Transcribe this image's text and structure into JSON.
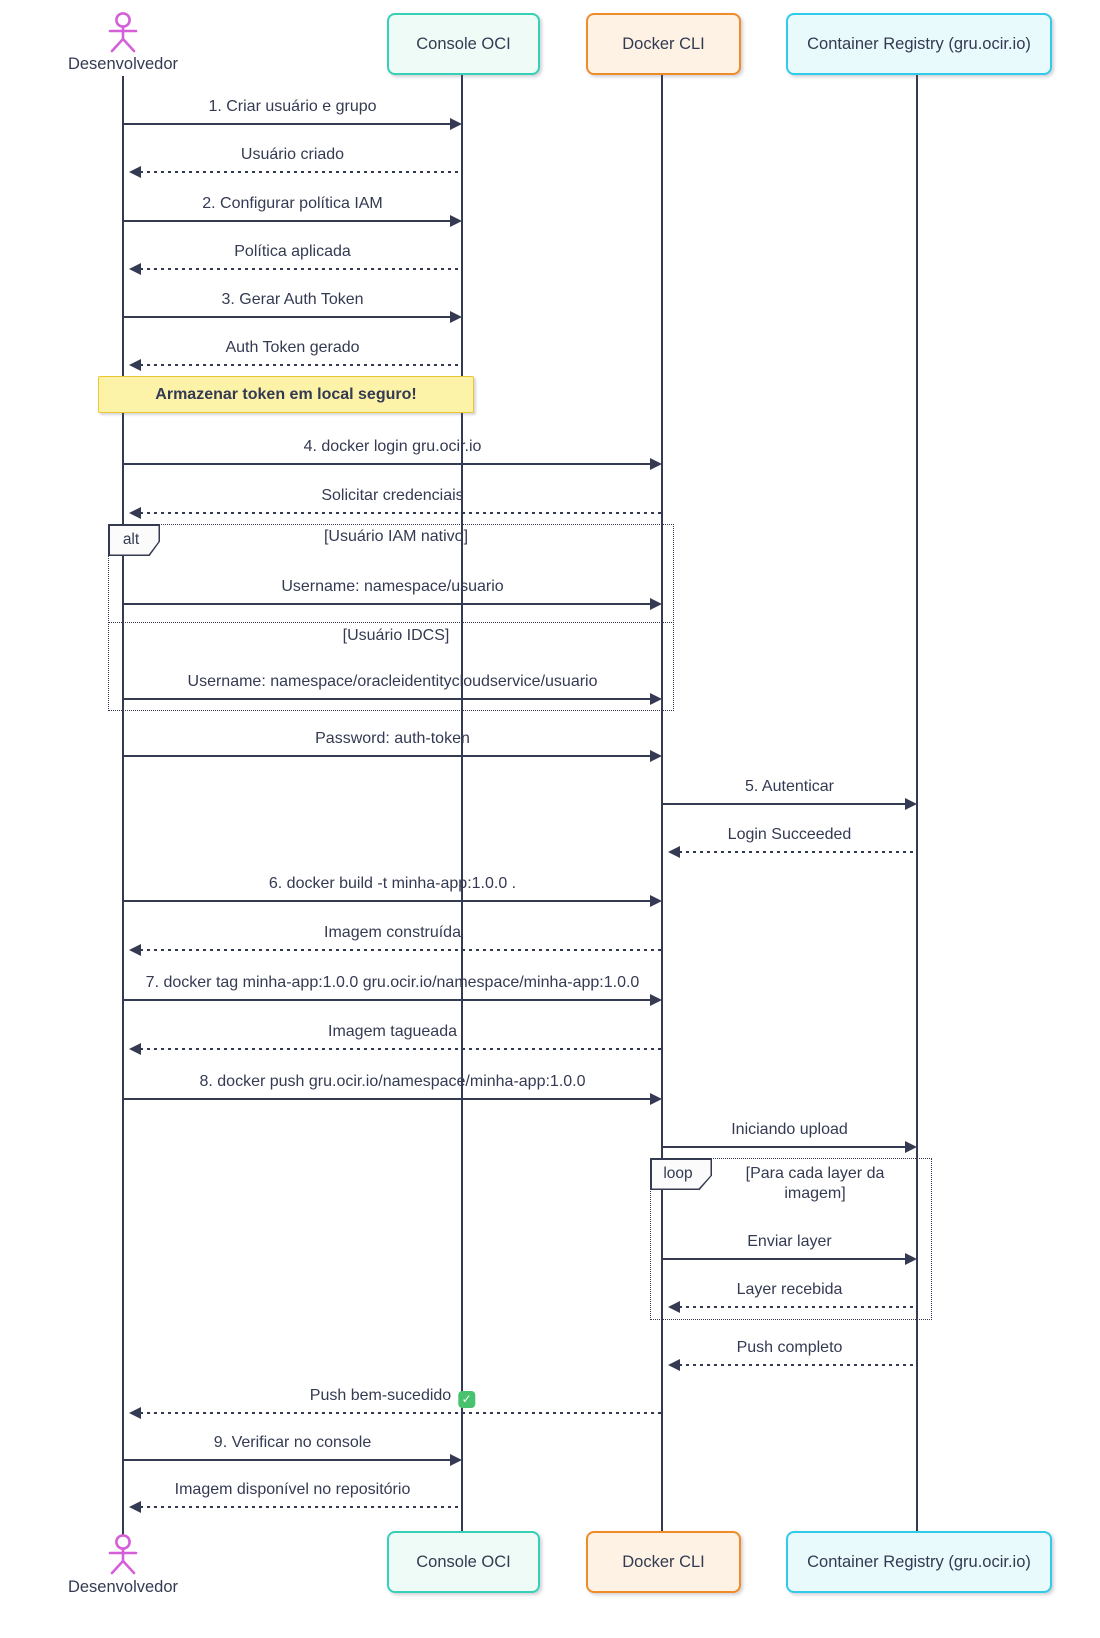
{
  "diagram": {
    "title_semantic": "OCI Container Registry push sequence diagram",
    "actor": {
      "label": "Desenvolvedor"
    },
    "participants": [
      {
        "id": "console-oci",
        "label": "Console OCI",
        "border": "#35d0b5",
        "bg": "#effbf7"
      },
      {
        "id": "docker-cli",
        "label": "Docker CLI",
        "border": "#f08c28",
        "bg": "#fdf2e4"
      },
      {
        "id": "container-registry",
        "label": "Container Registry (gru.ocir.io)",
        "border": "#30cbe8",
        "bg": "#e9fafd"
      }
    ],
    "note": {
      "text": "Armazenar token em local seguro!",
      "bg": "#fdf3a8",
      "border": "#ecc630"
    },
    "frames": {
      "alt": {
        "label": "alt",
        "conditions": [
          "[Usuário IAM nativo]",
          "[Usuário IDCS]"
        ]
      },
      "loop": {
        "label": "loop",
        "condition": "[Para cada layer da imagem]"
      }
    },
    "colors": {
      "ink": "#343a52",
      "actor_stick": "#d45fd8",
      "check_green": "#48c26d"
    },
    "messages": [
      {
        "text": "1. Criar usuário e grupo",
        "from": "developer",
        "to": "console",
        "kind": "solid"
      },
      {
        "text": "Usuário criado",
        "from": "console",
        "to": "developer",
        "kind": "dashed"
      },
      {
        "text": "2. Configurar política IAM",
        "from": "developer",
        "to": "console",
        "kind": "solid"
      },
      {
        "text": "Política aplicada",
        "from": "console",
        "to": "developer",
        "kind": "dashed"
      },
      {
        "text": "3. Gerar Auth Token",
        "from": "developer",
        "to": "console",
        "kind": "solid"
      },
      {
        "text": "Auth Token gerado",
        "from": "console",
        "to": "developer",
        "kind": "dashed"
      },
      {
        "text": "4. docker login gru.ocir.io",
        "from": "developer",
        "to": "docker",
        "kind": "solid"
      },
      {
        "text": "Solicitar credenciais",
        "from": "docker",
        "to": "developer",
        "kind": "dashed"
      },
      {
        "text": "Username: namespace/usuario",
        "from": "developer",
        "to": "docker",
        "kind": "solid"
      },
      {
        "text": "Username: namespace/oracleidentitycloudservice/usuario",
        "from": "developer",
        "to": "docker",
        "kind": "solid"
      },
      {
        "text": "Password: auth-token",
        "from": "developer",
        "to": "docker",
        "kind": "solid"
      },
      {
        "text": "5. Autenticar",
        "from": "docker",
        "to": "registry",
        "kind": "solid"
      },
      {
        "text": "Login Succeeded",
        "from": "registry",
        "to": "docker",
        "kind": "dashed"
      },
      {
        "text": "6. docker build -t minha-app:1.0.0 .",
        "from": "developer",
        "to": "docker",
        "kind": "solid"
      },
      {
        "text": "Imagem construída",
        "from": "docker",
        "to": "developer",
        "kind": "dashed"
      },
      {
        "text": "7. docker tag minha-app:1.0.0 gru.ocir.io/namespace/minha-app:1.0.0",
        "from": "developer",
        "to": "docker",
        "kind": "solid"
      },
      {
        "text": "Imagem tagueada",
        "from": "docker",
        "to": "developer",
        "kind": "dashed"
      },
      {
        "text": "8. docker push gru.ocir.io/namespace/minha-app:1.0.0",
        "from": "developer",
        "to": "docker",
        "kind": "solid"
      },
      {
        "text": "Iniciando upload",
        "from": "docker",
        "to": "registry",
        "kind": "solid"
      },
      {
        "text": "Enviar layer",
        "from": "docker",
        "to": "registry",
        "kind": "solid"
      },
      {
        "text": "Layer recebida",
        "from": "registry",
        "to": "docker",
        "kind": "dashed"
      },
      {
        "text": "Push completo",
        "from": "registry",
        "to": "docker",
        "kind": "dashed"
      },
      {
        "text": "Push bem-sucedido",
        "from": "docker",
        "to": "developer",
        "kind": "dashed",
        "check": true
      },
      {
        "text": "9. Verificar no console",
        "from": "developer",
        "to": "console",
        "kind": "solid"
      },
      {
        "text": "Imagem disponível no repositório",
        "from": "console",
        "to": "developer",
        "kind": "dashed"
      }
    ]
  }
}
